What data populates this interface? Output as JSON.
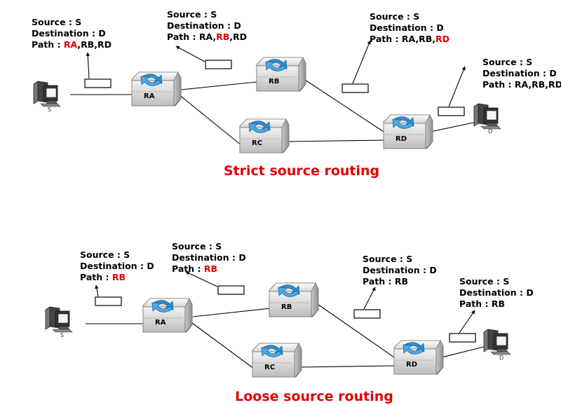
{
  "colors": {
    "highlight": "#e00000",
    "router_icon": "#2a8fd0",
    "link": "#000000"
  },
  "icons": {
    "router": "router-icon",
    "host": "computer-icon",
    "packet": "packet-icon"
  },
  "strict": {
    "title": "Strict source routing",
    "routers": {
      "ra": "RA",
      "rb": "RB",
      "rc": "RC",
      "rd": "RD"
    },
    "hosts": {
      "source": "S",
      "destination": "D"
    },
    "headers": [
      {
        "source": "Source : S",
        "destination": "Destination : D",
        "path_prefix": "Path : ",
        "path_parts": [
          "RA",
          ",RB,RD",
          "",
          ""
        ]
      },
      {
        "source": "Source : S",
        "destination": "Destination : D",
        "path_prefix": "Path : ",
        "path_parts": [
          "RA,",
          "RB",
          ",RD",
          ""
        ]
      },
      {
        "source": "Source : S",
        "destination": "Destination : D",
        "path_prefix": "Path : ",
        "path_parts": [
          "RA,RB,",
          "RD",
          "",
          ""
        ]
      },
      {
        "source": "Source : S",
        "destination": "Destination : D",
        "path_prefix": "Path : ",
        "path_parts": [
          "RA,RB,RD",
          "",
          "",
          ""
        ]
      }
    ]
  },
  "loose": {
    "title": "Loose source routing",
    "routers": {
      "ra": "RA",
      "rb": "RB",
      "rc": "RC",
      "rd": "RD"
    },
    "hosts": {
      "source": "S",
      "destination": "D"
    },
    "headers": [
      {
        "source": "Source : S",
        "destination": "Destination : D",
        "path_prefix": "Path : ",
        "path_hl": "RB"
      },
      {
        "source": "Source : S",
        "destination": "Destination : D",
        "path_prefix": "Path : ",
        "path_hl": "RB"
      },
      {
        "source": "Source : S",
        "destination": "Destination : D",
        "path_prefix": "Path : ",
        "path_plain": "RB"
      },
      {
        "source": "Source : S",
        "destination": "Destination : D",
        "path_prefix": "Path : ",
        "path_plain": "RB"
      }
    ]
  }
}
